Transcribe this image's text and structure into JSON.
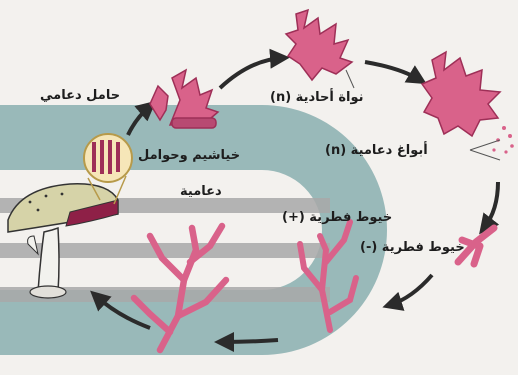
{
  "labels": {
    "basidium_holder": "حامل دعامي",
    "haploid_nucleus": "نواة أحادية (n)",
    "basidiospores": "أبواغ دعامية (n)",
    "gills_line1": "خياشيم وحوامل",
    "gills_line2": "دعامية",
    "hyphae_plus": "خيوط فطرية (+)",
    "hyphae_minus": "خيوط فطرية (-)"
  },
  "colors": {
    "background": "#f3f1ee",
    "overlay_band": "#8fb3b3",
    "stripe": "#a9a9a9",
    "fungus": "#d9628a",
    "fungus_dark": "#9e2f57",
    "arrow": "#2b2b2b"
  }
}
